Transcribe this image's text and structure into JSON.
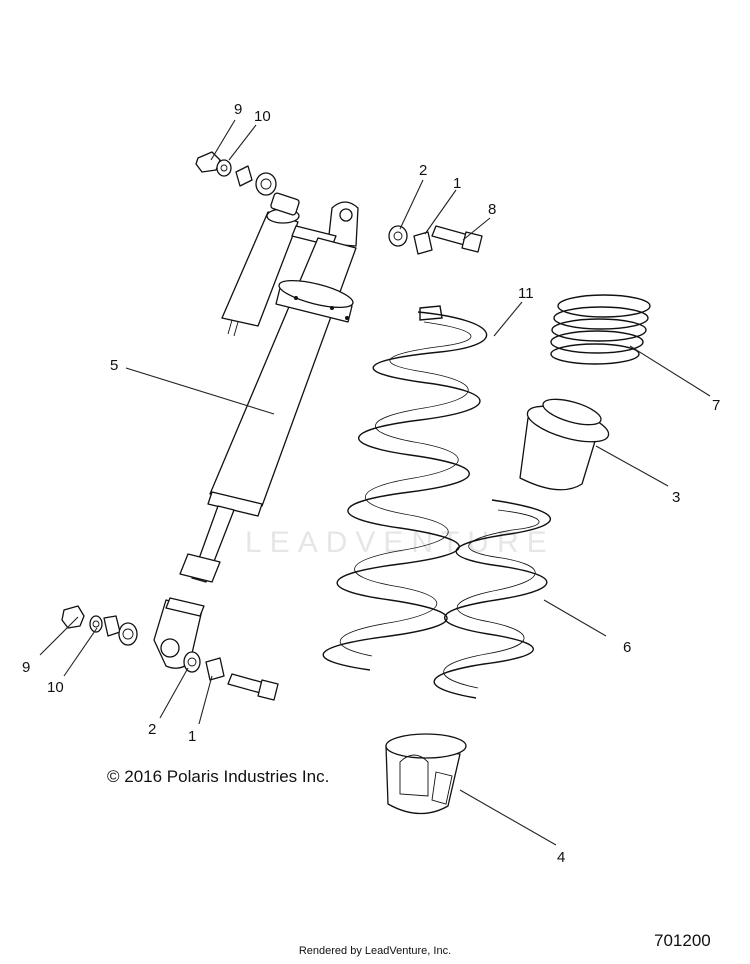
{
  "watermark": "LEADVENTURE",
  "callouts": [
    {
      "id": "c9a",
      "label": "9"
    },
    {
      "id": "c10a",
      "label": "10"
    },
    {
      "id": "c2a",
      "label": "2"
    },
    {
      "id": "c1a",
      "label": "1"
    },
    {
      "id": "c8",
      "label": "8"
    },
    {
      "id": "c11",
      "label": "11"
    },
    {
      "id": "c5",
      "label": "5"
    },
    {
      "id": "c7",
      "label": "7"
    },
    {
      "id": "c3",
      "label": "3"
    },
    {
      "id": "c6",
      "label": "6"
    },
    {
      "id": "c9b",
      "label": "9"
    },
    {
      "id": "c10b",
      "label": "10"
    },
    {
      "id": "c2b",
      "label": "2"
    },
    {
      "id": "c1b",
      "label": "1"
    },
    {
      "id": "c4",
      "label": "4"
    }
  ],
  "copyright": "© 2016 Polaris Industries Inc.",
  "rendered_by": "Rendered by LeadVenture, Inc.",
  "diagram_number": "701200"
}
